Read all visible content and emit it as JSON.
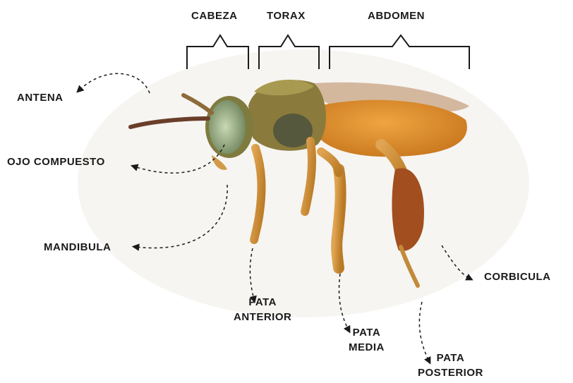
{
  "regions": {
    "head": "CABEZA",
    "thorax": "TORAX",
    "abdomen": "ABDOMEN"
  },
  "parts": {
    "antenna": "ANTENA",
    "compound_eye": "OJO COMPUESTO",
    "mandible": "MANDIBULA",
    "foreleg": [
      "PATA",
      "ANTERIOR"
    ],
    "midleg": [
      "PATA",
      "MEDIA"
    ],
    "hindleg": [
      "PATA",
      "POSTERIOR"
    ],
    "corbicula": "CORBICULA"
  },
  "colors": {
    "text": "#1a1a1a",
    "lines": "#1a1a1a",
    "abdomen": "#d78a25",
    "legs": "#cf8e33",
    "thorax": "#7a6b34",
    "eye": "#8fa276",
    "wing": "#b8855a"
  }
}
